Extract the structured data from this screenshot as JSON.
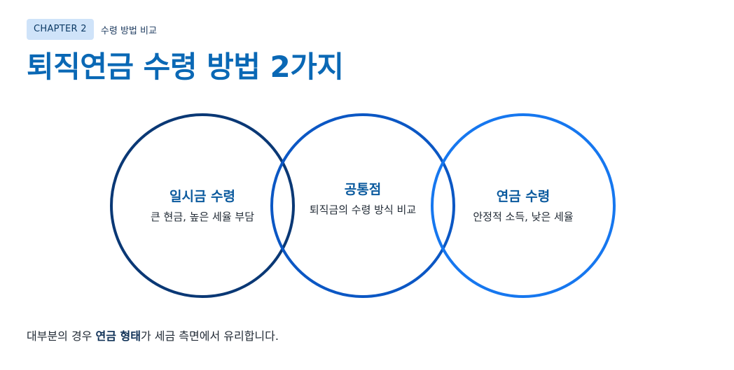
{
  "header": {
    "chapter_badge": "CHAPTER 2",
    "chapter_subtitle": "수령 방법 비교",
    "title": "퇴직연금 수령 방법 2가지"
  },
  "diagram": {
    "circles": [
      {
        "title": "일시금 수령",
        "description": "큰 현금, 높은 세율 부담",
        "stroke_color": "#0a3875"
      },
      {
        "title": "공통점",
        "description": "퇴직금의 수령 방식 비교",
        "stroke_color": "#0b57c4"
      },
      {
        "title": "연금 수령",
        "description": "안정적 소득, 낮은 세율",
        "stroke_color": "#1677ef"
      }
    ]
  },
  "footer": {
    "text_before": "대부분의 경우 ",
    "emphasis": "연금 형태",
    "text_after": "가 세금 측면에서 유리합니다."
  },
  "colors": {
    "accent": "#0a68b5",
    "badge_background": "#cfe3f9"
  }
}
